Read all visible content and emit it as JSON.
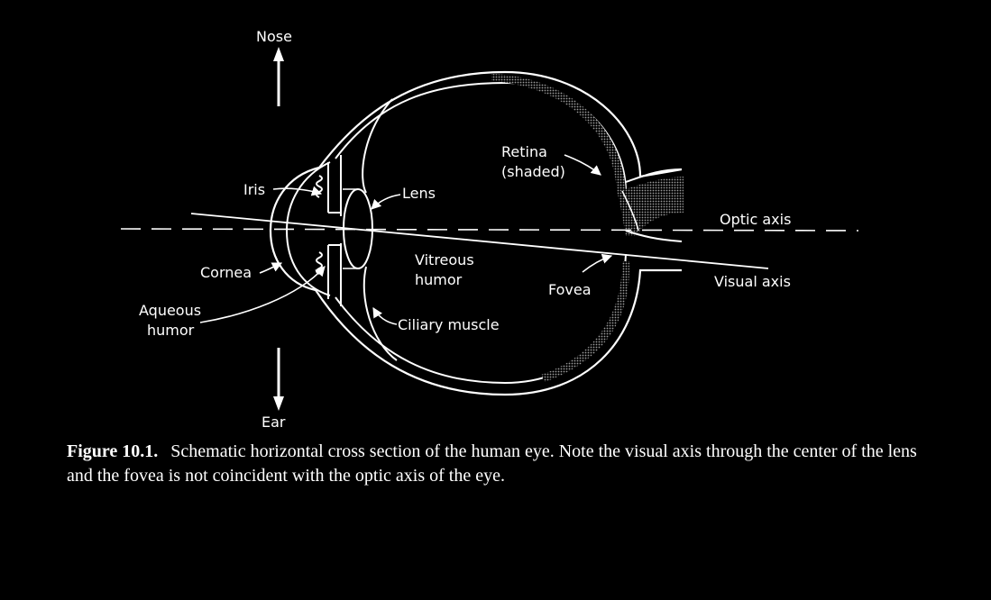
{
  "diagram": {
    "labels": {
      "nose": "Nose",
      "ear": "Ear",
      "iris": "Iris",
      "lens": "Lens",
      "retina_1": "Retina",
      "retina_2": "(shaded)",
      "optic_axis": "Optic axis",
      "cornea": "Cornea",
      "vitreous_1": "Vitreous",
      "vitreous_2": "humor",
      "fovea": "Fovea",
      "visual_axis": "Visual axis",
      "aqueous_1": "Aqueous",
      "aqueous_2": "humor",
      "ciliary": "Ciliary muscle"
    }
  },
  "caption": {
    "figure": "Figure 10.1.",
    "text": "Schematic horizontal cross section of the human eye. Note the visual axis through the center of the lens and the fovea is not coincident with the optic axis of the eye."
  },
  "colors": {
    "background": "#000000",
    "line": "#ffffff",
    "retina_shade": "#8a8a8a"
  }
}
